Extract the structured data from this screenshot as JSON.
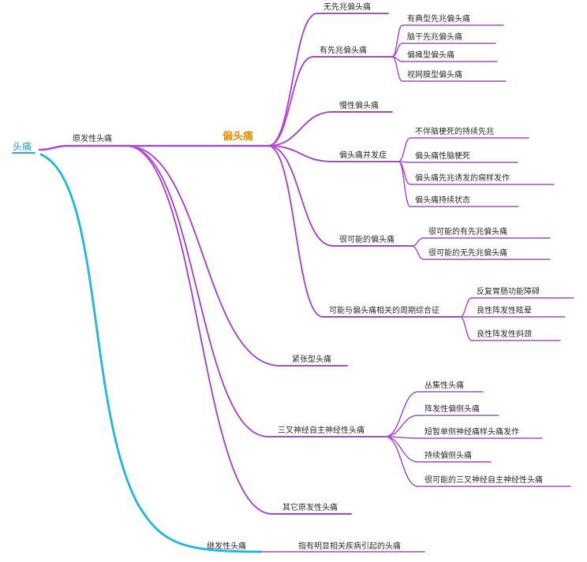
{
  "colors": {
    "purple": "#b54fe0",
    "cyan": "#2cbce6",
    "root_text": "#22a6c8",
    "migraine_text": "#e69100",
    "text": "#333333"
  },
  "root": {
    "label": "头痛"
  },
  "primary": {
    "label": "原发性头痛",
    "migraine": {
      "label": "偏头痛",
      "items": [
        {
          "label": "无先兆偏头痛",
          "children": []
        },
        {
          "label": "有先兆偏头痛",
          "children": [
            "有典型先兆偏头痛",
            "脑干先兆偏头痛",
            "偏瘫型偏头痛",
            "视网膜型偏头痛"
          ]
        },
        {
          "label": "慢性偏头痛",
          "children": []
        },
        {
          "label": "偏头痛并发症",
          "children": [
            "不伴脑梗死的持续先兆",
            "偏头痛性脑梗死",
            "偏头痛先兆诱发的痫样发作",
            "偏头痛持续状态"
          ]
        },
        {
          "label": "很可能的偏头痛",
          "children": [
            "很可能的有先兆偏头痛",
            "很可能的无先兆偏头痛"
          ]
        },
        {
          "label": "可能与偏头痛相关的周期综合征",
          "children": [
            "反复胃肠功能障碍",
            "良性阵发性眩晕",
            "良性阵发性斜颈"
          ]
        }
      ]
    },
    "tension": {
      "label": "紧张型头痛"
    },
    "tac": {
      "label": "三叉神经自主神经性头痛",
      "children": [
        "丛集性头痛",
        "阵发性偏侧头痛",
        "短暂单侧神经痛样头痛发作",
        "持续偏侧头痛",
        "很可能的三叉神经自主神经性头痛"
      ]
    },
    "other": {
      "label": "其它原发性头痛"
    }
  },
  "secondary": {
    "label": "继发性头痛",
    "children": [
      "指有明显相关疾病引起的头痛"
    ]
  }
}
